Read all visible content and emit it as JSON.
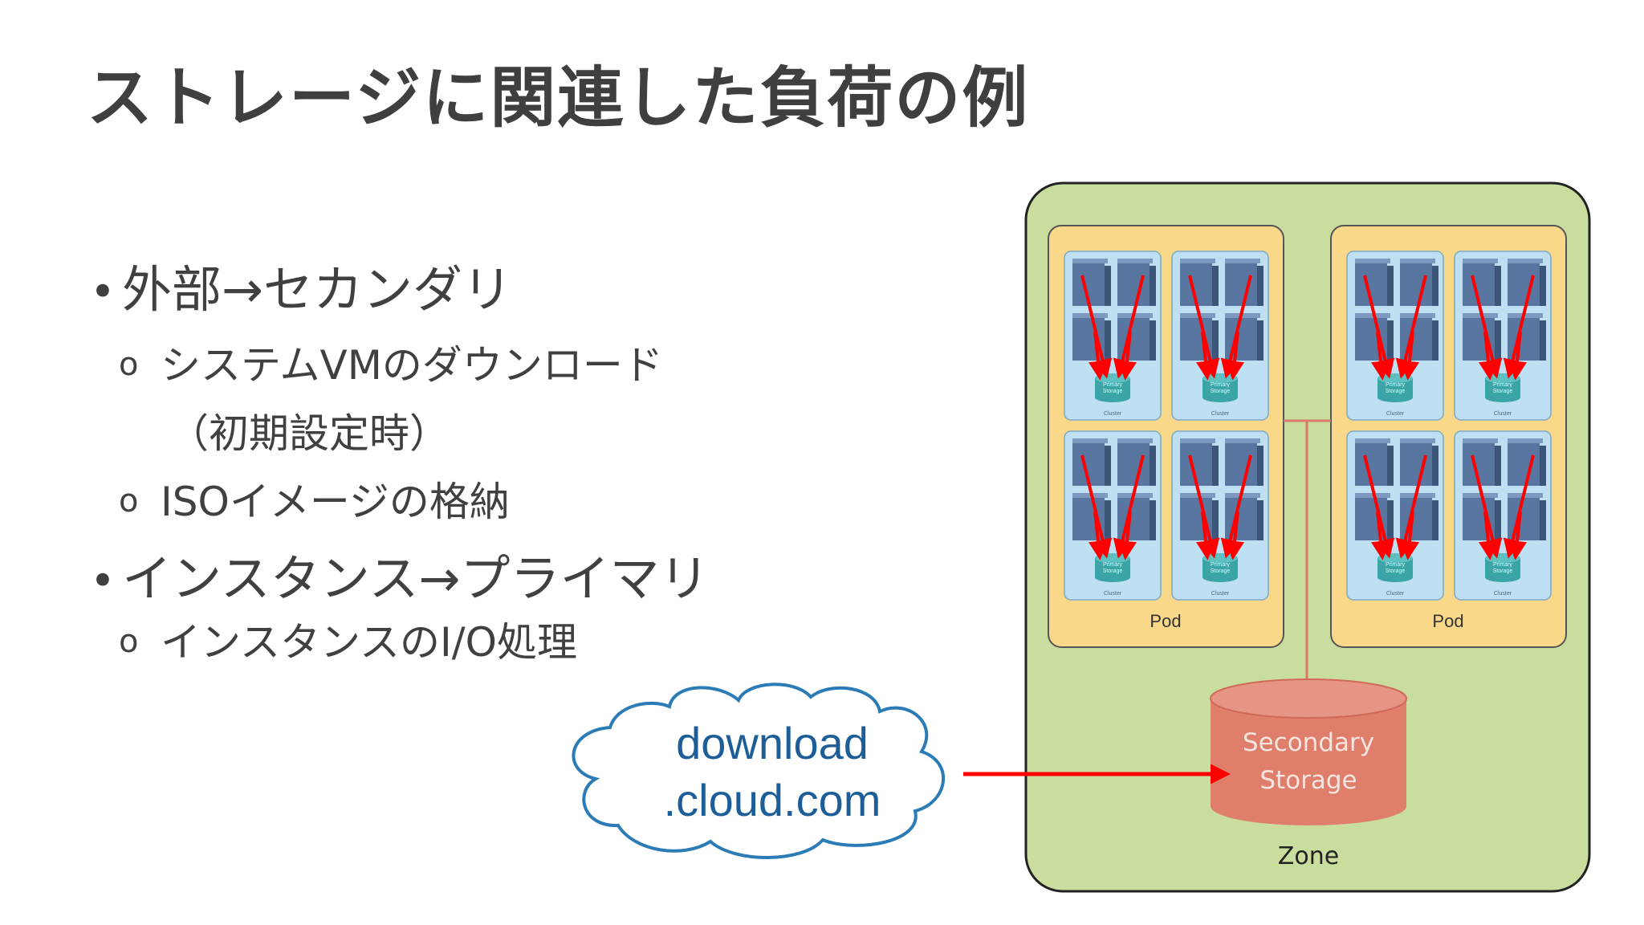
{
  "slide": {
    "title": "ストレージに関連した負荷の例"
  },
  "bullets": [
    {
      "text": "外部→セカンダリ",
      "sub": [
        {
          "lines": [
            "システムVMのダウンロード",
            "（初期設定時）"
          ]
        },
        {
          "lines": [
            "ISOイメージの格納"
          ]
        }
      ]
    },
    {
      "text": "インスタンス→プライマリ",
      "sub": [
        {
          "lines": [
            "インスタンスのI/O処理"
          ]
        }
      ]
    }
  ],
  "markers": {
    "bullet": "•",
    "sub": "o"
  },
  "diagram": {
    "zone_label": "Zone",
    "pods": [
      {
        "label": "Pod",
        "clusters": [
          {
            "storage": "Primary Storage",
            "cluster": "Cluster"
          },
          {
            "storage": "Primary Storage",
            "cluster": "Cluster"
          },
          {
            "storage": "Primary Storage",
            "cluster": "Cluster"
          },
          {
            "storage": "Primary Storage",
            "cluster": "Cluster"
          }
        ]
      },
      {
        "label": "Pod",
        "clusters": [
          {
            "storage": "Primary Storage",
            "cluster": "Cluster"
          },
          {
            "storage": "Primary Storage",
            "cluster": "Cluster"
          },
          {
            "storage": "Primary Storage",
            "cluster": "Cluster"
          },
          {
            "storage": "Primary Storage",
            "cluster": "Cluster"
          }
        ]
      }
    ],
    "secondary_storage": [
      "Secondary",
      "Storage"
    ],
    "cloud": [
      "download",
      ".cloud.com"
    ],
    "colors": {
      "zone_fill": "#c9dd9e",
      "pod_fill": "#f9d889",
      "cluster_fill": "#bfe0f2",
      "server": "#5876a0",
      "primary_storage": "#3aa4a6",
      "secondary_storage": "#e07e6c",
      "arrow": "#ff0000",
      "cloud_stroke": "#2a7bb6",
      "cloud_text": "#1e5e98"
    }
  }
}
